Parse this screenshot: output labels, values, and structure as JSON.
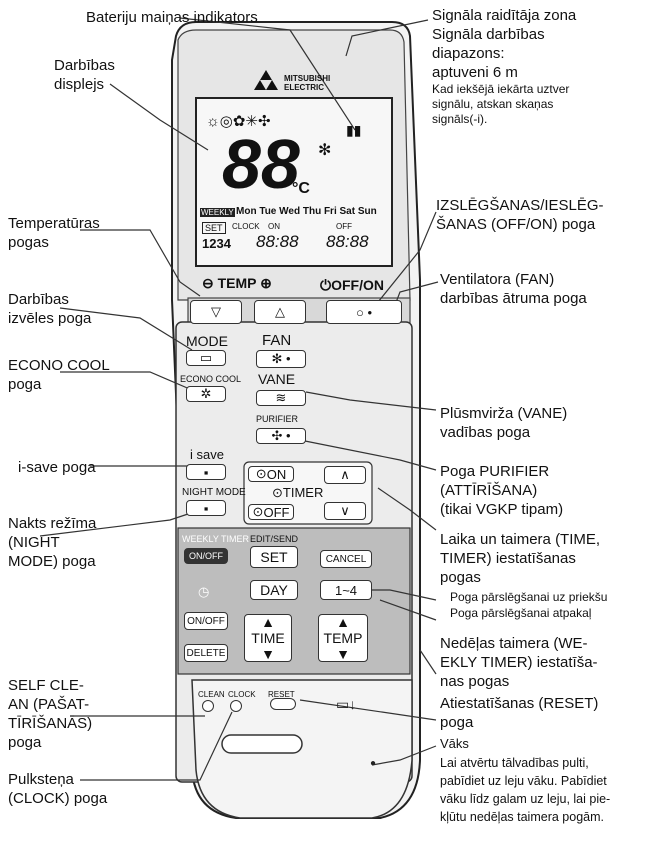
{
  "labels": {
    "battery_indicator": "Bateriju maiņas indikators",
    "display": "Darbības\ndisplejs",
    "temp_buttons": "Temperatūras\npogas",
    "mode_button": "Darbības\nizvēles poga",
    "econo_cool": "ECONO COOL\npoga",
    "isave": "i-save poga",
    "night_mode": "Nakts režīma\n(NIGHT\nMODE) poga",
    "self_clean": "SELF CLE-\nAN (PAŠAT-\nTĪRĪŠANĀS)\npoga",
    "clock": "Pulksteņa\n(CLOCK) poga",
    "signal_zone": "Signāla raidītāja zona\nSignāla darbības\ndiapazons:\naptuveni 6 m",
    "signal_note": "Kad iekšējā iekārta uztver\nsignālu, atskan skaņas\nsignāls(-i).",
    "off_on": "IZSLĒGŠANAS/IESLĒG-\nŠANAS (OFF/ON) poga",
    "fan": "Ventilatora (FAN)\ndarbības ātruma poga",
    "vane": "Plūsmvirža (VANE)\nvadības poga",
    "purifier": "Poga PURIFIER\n(ATTĪRĪŠANA)\n(tikai VGKP tipam)",
    "time_timer": "Laika un taimera (TIME,\nTIMER) iestatīšanas\npogas",
    "forward": "Poga pārslēgšanai uz priekšu",
    "backward": "Poga pārslēgšanai atpakaļ",
    "weekly_timer": "Nedēļas taimera (WE-\nEKLY TIMER) iestatīša-\nnas pogas",
    "reset": "Atiestatīšanas (RESET)\npoga",
    "cover": "Vāks",
    "cover_note": "Lai atvērtu tālvadības pulti,\npabīdiet uz leju vāku. Pabīdiet\nvāku līdz galam uz leju, lai pie-\nkļūtu nedēļas taimera pogām."
  },
  "remote": {
    "brand_line1": "MITSUBISHI",
    "brand_line2": "ELECTRIC",
    "lcd_temp": "88",
    "lcd_unit": "°C",
    "lcd_weekly": "WEEKLY",
    "lcd_days": "Mon Tue Wed Thu Fri Sat Sun",
    "lcd_set": "SET",
    "lcd_clock": "CLOCK",
    "lcd_on": "ON",
    "lcd_off": "OFF",
    "lcd_digits_left": "1234",
    "lcd_time_left": "88:88",
    "lcd_time_right": "88:88",
    "temp_label": "TEMP",
    "offon_label": "OFF/ON",
    "mode": "MODE",
    "fan": "FAN",
    "econo": "ECONO COOL",
    "vane": "VANE",
    "purifier": "PURIFIER",
    "isave": "i save",
    "night": "NIGHT MODE",
    "on": "ON",
    "timer": "TIMER",
    "off": "OFF",
    "weekly_timer": "WEEKLY TIMER",
    "onoff": "ON/OFF",
    "edit_send": "EDIT/SEND",
    "set": "SET",
    "cancel": "CANCEL",
    "day": "DAY",
    "range": "1~4",
    "onoff2": "ON/OFF",
    "delete": "DELETE",
    "time": "TIME",
    "temp": "TEMP",
    "clean": "CLEAN",
    "clock": "CLOCK",
    "reset": "RESET"
  }
}
